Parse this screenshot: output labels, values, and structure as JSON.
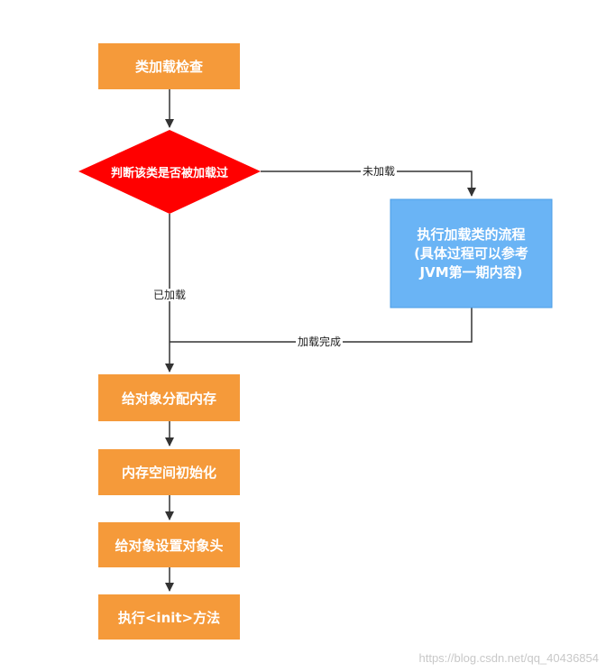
{
  "nodes": {
    "class_check": "类加载检查",
    "is_loaded": "判断该类是否被加载过",
    "load_process": [
      "执行加载类的流程",
      "(具体过程可以参考",
      "JVM第一期内容)"
    ],
    "alloc_memory": "给对象分配内存",
    "init_zero": "内存空间初始化",
    "set_header": "给对象设置对象头",
    "exec_init": "执行<init>方法"
  },
  "edges": {
    "not_loaded": "未加载",
    "loaded": "已加载",
    "load_done": "加载完成"
  },
  "watermark": "https://blog.csdn.net/qq_40436854",
  "colors": {
    "process": "#f59a3a",
    "decision": "#ff0000",
    "subprocess": "#6ab4f5",
    "subprocess_border": "#4a9de6",
    "arrow": "#333333"
  }
}
